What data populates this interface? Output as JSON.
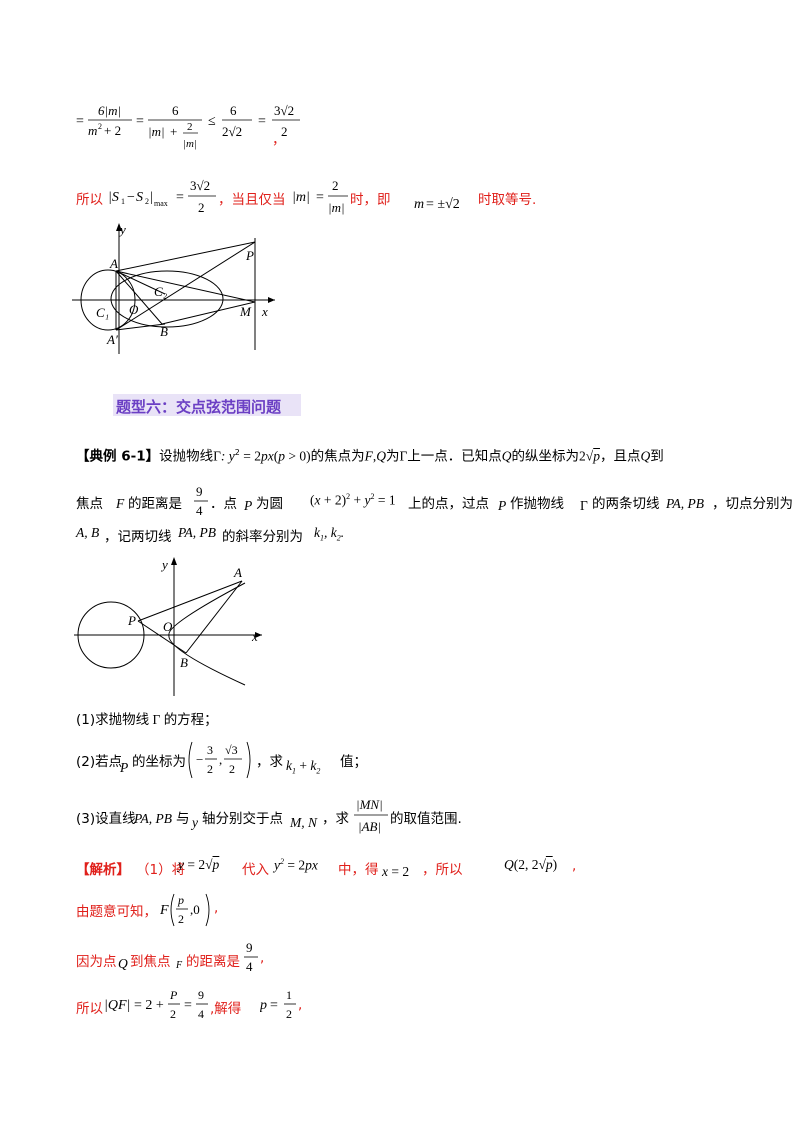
{
  "solution_top": {
    "line_comma": "，",
    "conclusion_prefix": "所以",
    "conclusion_mid": "，当且仅当",
    "conclusion_shi": "时，即",
    "conclusion_suffix": "时取等号."
  },
  "figure1": {
    "labels": [
      "y",
      "A",
      "P",
      "C₂",
      "C₁",
      "O",
      "B",
      "M",
      "x",
      "A′"
    ]
  },
  "section": {
    "title": "题型六：交点弦范围问题"
  },
  "example": {
    "tag": "【典例 6-1】",
    "text_1a": "设抛物线",
    "text_1b": "的焦点为",
    "text_1c": "为",
    "text_1d": "上一点．已知点",
    "text_1e": "的纵坐标为",
    "text_1f": "，且点",
    "text_1g": "到",
    "text_2a": "焦点",
    "text_2b": "的距离是",
    "text_2c": "．点",
    "text_2d": "为圆",
    "text_2e": "上的点，过点",
    "text_2f": "作抛物线",
    "text_2g": "的两条切线",
    "text_2h": "，切点分别为",
    "text_3a": "，记两切线",
    "text_3b": "的斜率分别为"
  },
  "figure2": {
    "labels": [
      "y",
      "A",
      "P",
      "O",
      "x",
      "B"
    ]
  },
  "questions": {
    "q1": "(1)求抛物线",
    "q1b": "的方程；",
    "q2": "(2)若点",
    "q2b": "的坐标为",
    "q2c": "，求",
    "q2d": "值；",
    "q3": "(3)设直线",
    "q3b": "与",
    "q3c": "轴分别交于点",
    "q3d": "，求",
    "q3e": "的取值范围."
  },
  "solution": {
    "tag": "【解析】",
    "s1a": "（1）将",
    "s1b": "代入",
    "s1c": "中，得",
    "s1d": "，所以",
    "s2a": "由题意可知，",
    "s3a": "因为点",
    "s3b": "到焦点",
    "s3c": "的距离是",
    "s4a": "所以",
    "s4b": ",解得"
  },
  "colors": {
    "answer_red": "#e0201b",
    "section_purple": "#6b3fc4",
    "section_bg": "#e9e3f7"
  }
}
